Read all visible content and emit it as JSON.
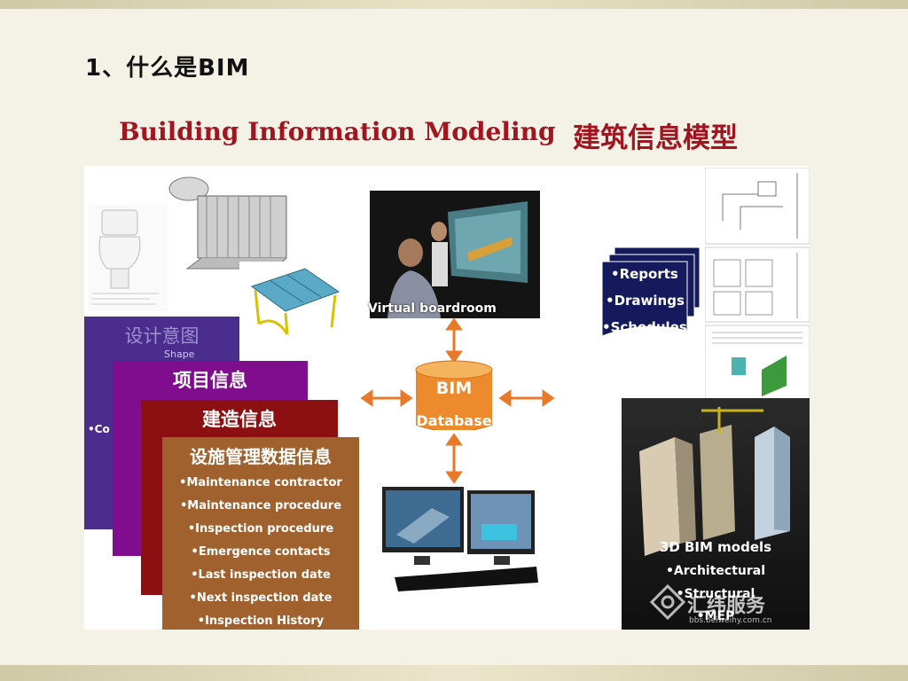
{
  "slide": {
    "heading": "1、什么是BIM",
    "title_en": "Building Information Modeling",
    "title_cn": "建筑信息模型"
  },
  "cards": {
    "design_intent": {
      "title": "设计意图",
      "sub": "Shape",
      "partial": "•Co"
    },
    "project_info": {
      "title": "项目信息"
    },
    "construction_info": {
      "title": "建造信息"
    },
    "facility_info": {
      "title": "设施管理数据信息",
      "items": [
        "•Maintenance contractor",
        "•Maintenance procedure",
        "•Inspection procedure",
        "•Emergence contacts",
        "•Last inspection date",
        "•Next inspection date",
        "•Inspection History"
      ]
    }
  },
  "boardroom": {
    "label": "Virtual boardroom"
  },
  "database": {
    "line1": "BIM",
    "line2": "Database"
  },
  "reports": {
    "items": [
      "•Reports",
      "•Drawings",
      "•Schedules"
    ]
  },
  "models": {
    "title": "3D BIM models",
    "items": [
      "•Architectural",
      "•Structural",
      "•MEP"
    ]
  },
  "watermark": {
    "text": "汇纬服务",
    "url": "bbs.beiweihy.com.cn"
  },
  "colors": {
    "title_red": "#a11520",
    "arrow_orange": "#e8782a",
    "card_blue": "#4b2d8e",
    "card_purple": "#7f0d8e",
    "card_red": "#8c1012",
    "card_brown": "#a1612e",
    "reports_navy": "#151a5c"
  }
}
